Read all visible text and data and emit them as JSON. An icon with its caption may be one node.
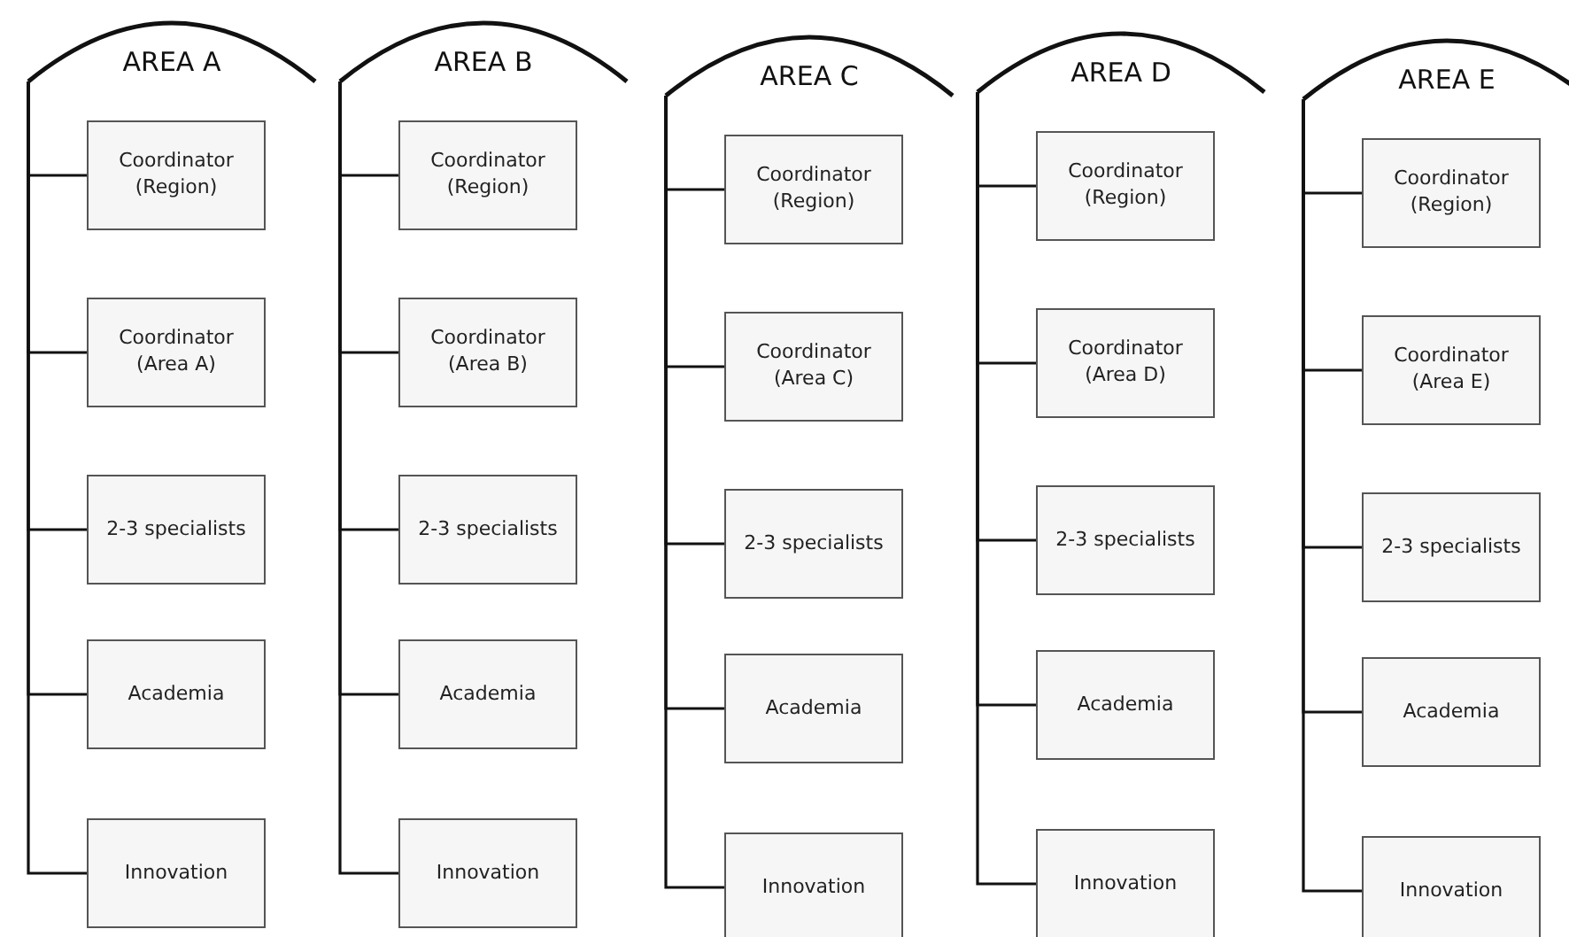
{
  "diagram": {
    "nodes": [
      {
        "text": [
          "AREA A"
        ]
      },
      {
        "text": [
          "Coordinator (Region)"
        ]
      },
      {
        "text": [
          "Coordinator (Area A)"
        ]
      },
      {
        "text": [
          "2-3 specialists"
        ]
      },
      {
        "text": [
          "Academia"
        ]
      },
      {
        "text": [
          "Innovation"
        ]
      },
      {
        "text": [
          "AREA B"
        ]
      },
      {
        "text": [
          "Coordinator (Region)"
        ]
      },
      {
        "text": [
          "Coordinator (Area B)"
        ]
      },
      {
        "text": [
          "2-3 specialists"
        ]
      },
      {
        "text": [
          "Academia"
        ]
      },
      {
        "text": [
          "Innovation"
        ]
      },
      {
        "text": [
          "AREA C"
        ]
      },
      {
        "text": [
          "Coordinator (Region)"
        ]
      },
      {
        "text": [
          "Coordinator (Area C)"
        ]
      },
      {
        "text": [
          "2-3 specialists"
        ]
      },
      {
        "text": [
          "Academia"
        ]
      },
      {
        "text": [
          "Innovation"
        ]
      },
      {
        "text": [
          "AREA D"
        ]
      },
      {
        "text": [
          "Coordinator (Region)"
        ]
      },
      {
        "text": [
          "Coordinator (Area D)"
        ]
      },
      {
        "text": [
          "2-3 specialists"
        ]
      },
      {
        "text": [
          "Academia"
        ]
      },
      {
        "text": [
          "Innovation"
        ]
      },
      {
        "text": [
          "AREA E"
        ]
      },
      {
        "text": [
          "Coordinator (Region)"
        ]
      },
      {
        "text": [
          "Coordinator (Area E)"
        ]
      },
      {
        "text": [
          "2-3 specialists"
        ]
      },
      {
        "text": [
          "Academia"
        ]
      },
      {
        "text": [
          "Innovation"
        ]
      }
    ],
    "edges": [
      {
        "from": 0,
        "to": 1,
        "arrow": "none"
      },
      {
        "from": 0,
        "to": 2,
        "arrow": "none"
      },
      {
        "from": 0,
        "to": 3,
        "arrow": "none"
      },
      {
        "from": 0,
        "to": 4,
        "arrow": "none"
      },
      {
        "from": 0,
        "to": 5,
        "arrow": "none"
      },
      {
        "from": 6,
        "to": 7,
        "arrow": "none"
      },
      {
        "from": 6,
        "to": 8,
        "arrow": "none"
      },
      {
        "from": 6,
        "to": 9,
        "arrow": "none"
      },
      {
        "from": 6,
        "to": 10,
        "arrow": "none"
      },
      {
        "from": 6,
        "to": 11,
        "arrow": "none"
      },
      {
        "from": 12,
        "to": 13,
        "arrow": "none"
      },
      {
        "from": 12,
        "to": 14,
        "arrow": "none"
      },
      {
        "from": 12,
        "to": 15,
        "arrow": "none"
      },
      {
        "from": 12,
        "to": 16,
        "arrow": "none"
      },
      {
        "from": 12,
        "to": 17,
        "arrow": "none"
      },
      {
        "from": 18,
        "to": 19,
        "arrow": "none"
      },
      {
        "from": 18,
        "to": 20,
        "arrow": "none"
      },
      {
        "from": 18,
        "to": 21,
        "arrow": "none"
      },
      {
        "from": 18,
        "to": 22,
        "arrow": "none"
      },
      {
        "from": 18,
        "to": 23,
        "arrow": "none"
      },
      {
        "from": 24,
        "to": 25,
        "arrow": "none"
      },
      {
        "from": 24,
        "to": 26,
        "arrow": "none"
      },
      {
        "from": 24,
        "to": 27,
        "arrow": "none"
      },
      {
        "from": 24,
        "to": 28,
        "arrow": "none"
      },
      {
        "from": 24,
        "to": 29,
        "arrow": "none"
      }
    ]
  }
}
